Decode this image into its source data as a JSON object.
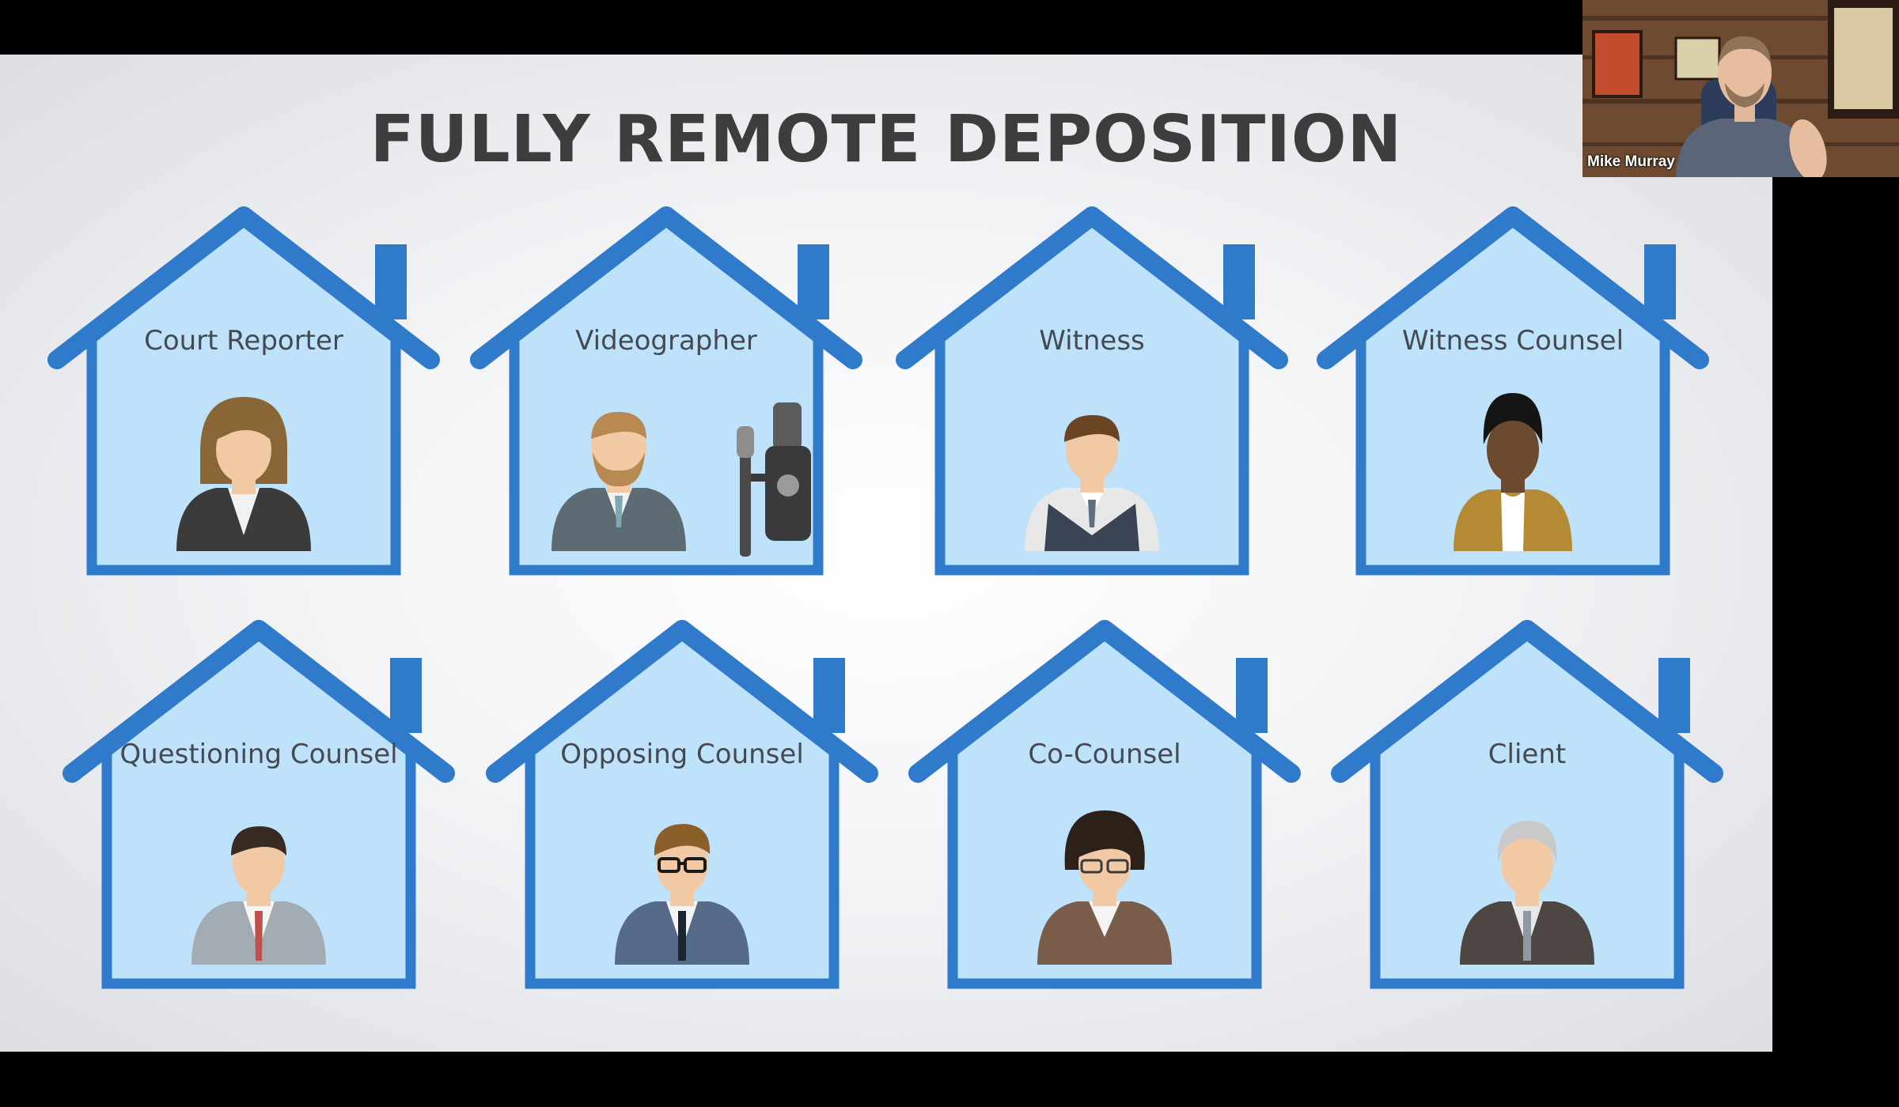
{
  "slide": {
    "title": "FULLY REMOTE DEPOSITION",
    "houses": [
      {
        "label": "Court Reporter"
      },
      {
        "label": "Videographer"
      },
      {
        "label": "Witness"
      },
      {
        "label": "Witness Counsel"
      },
      {
        "label": "Questioning Counsel"
      },
      {
        "label": "Opposing Counsel"
      },
      {
        "label": "Co-Counsel"
      },
      {
        "label": "Client"
      }
    ]
  },
  "video_tile": {
    "participant_name": "Mike Murray"
  },
  "colors": {
    "house_outline": "#2f7acb",
    "house_fill": "#bfe2fb",
    "title": "#3d3d3d"
  }
}
